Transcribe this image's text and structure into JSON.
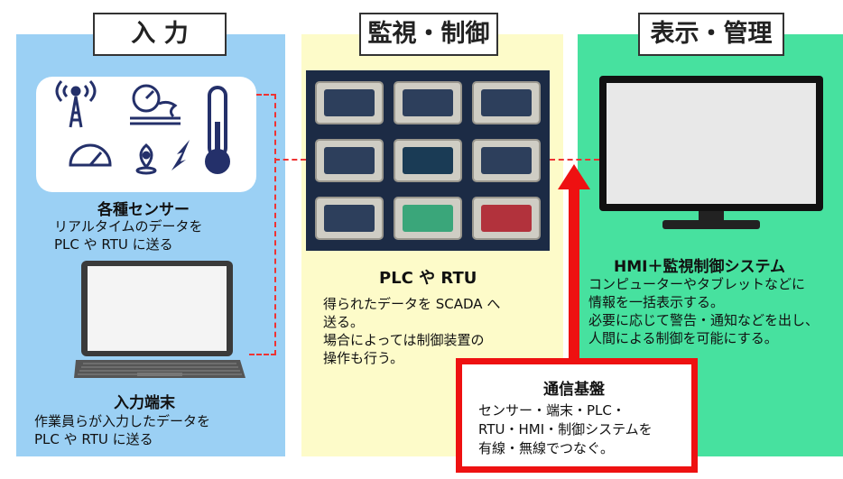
{
  "sections": {
    "input": {
      "title": "入 力",
      "sensors": {
        "heading": "各種センサー",
        "line1": "リアルタイムのデータを",
        "line2": "PLC や RTU に送る"
      },
      "terminal": {
        "heading": "入力端末",
        "line1": "作業員らが入力したデータを",
        "line2": "PLC や RTU に送る"
      }
    },
    "monitor": {
      "title": "監視・制御",
      "heading": "PLC や RTU",
      "line1": "得られたデータを SCADA へ",
      "line2": "送る。",
      "line3": "場合によっては制御装置の",
      "line4": "操作も行う。"
    },
    "display": {
      "title": "表示・管理",
      "heading": "HMI＋監視制御システム",
      "line1": "コンピューターやタブレットなどに",
      "line2": "情報を一括表示する。",
      "line3": "必要に応じて警告・通知などを出し、",
      "line4": "人間による制御を可能にする。"
    }
  },
  "communication": {
    "heading": "通信基盤",
    "line1": "センサー・端末・PLC・",
    "line2": "RTU・HMI・制御システムを",
    "line3": "有線・無線でつなぐ。"
  },
  "colors": {
    "input_bg": "#9bd0f4",
    "monitor_bg": "#fdfbc9",
    "display_bg": "#47e19f",
    "connector": "#ee3333",
    "comm_border": "#ee1111"
  },
  "icons": [
    "antenna-tower-icon",
    "pressure-gauge-icon",
    "thermometer-icon",
    "speedometer-icon",
    "gps-pin-icon",
    "lightning-icon",
    "laptop-icon",
    "control-console-icon",
    "monitor-icon"
  ]
}
